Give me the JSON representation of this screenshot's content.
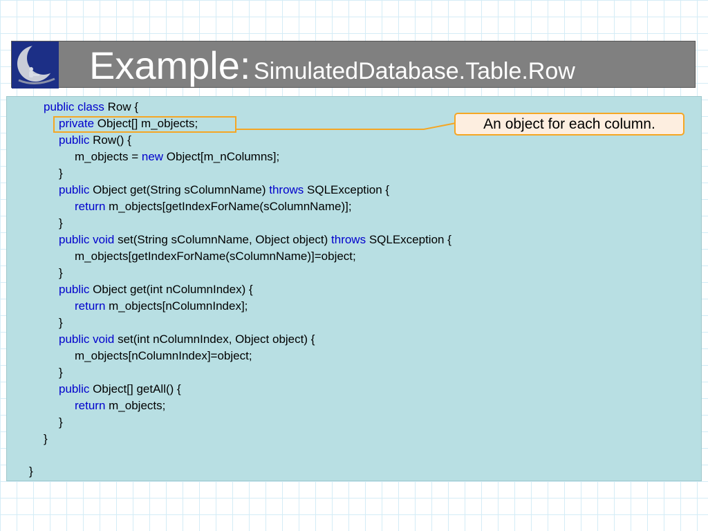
{
  "slide": {
    "title_main": "Example:",
    "title_sub": "SimulatedDatabase.Table.Row",
    "callout": "An object for each column."
  },
  "code_lines": [
    [
      {
        "t": "public class ",
        "kw": true
      },
      {
        "t": "Row {"
      }
    ],
    [
      {
        "t": "private ",
        "kw": true
      },
      {
        "t": "Object[] m_objects;"
      }
    ],
    [
      {
        "t": "public ",
        "kw": true
      },
      {
        "t": "Row() {"
      }
    ],
    [
      {
        "t": "m_objects = "
      },
      {
        "t": "new ",
        "kw": true
      },
      {
        "t": "Object[m_nColumns];"
      }
    ],
    [
      {
        "t": "}"
      }
    ],
    [
      {
        "t": "public ",
        "kw": true
      },
      {
        "t": "Object get(String sColumnName) "
      },
      {
        "t": "throws ",
        "kw": true
      },
      {
        "t": "SQLException {"
      }
    ],
    [
      {
        "t": "return ",
        "kw": true
      },
      {
        "t": "m_objects[getIndexForName(sColumnName)];"
      }
    ],
    [
      {
        "t": "}"
      }
    ],
    [
      {
        "t": "public void ",
        "kw": true
      },
      {
        "t": "set(String sColumnName, Object object) "
      },
      {
        "t": "throws ",
        "kw": true
      },
      {
        "t": "SQLException {"
      }
    ],
    [
      {
        "t": "m_objects[getIndexForName(sColumnName)]=object;"
      }
    ],
    [
      {
        "t": "}"
      }
    ],
    [
      {
        "t": "public ",
        "kw": true
      },
      {
        "t": "Object get(int nColumnIndex) {"
      }
    ],
    [
      {
        "t": "return ",
        "kw": true
      },
      {
        "t": "m_objects[nColumnIndex];"
      }
    ],
    [
      {
        "t": "}"
      }
    ],
    [
      {
        "t": "public void ",
        "kw": true
      },
      {
        "t": "set(int nColumnIndex, Object object) {"
      }
    ],
    [
      {
        "t": "m_objects[nColumnIndex]=object;"
      }
    ],
    [
      {
        "t": "}"
      }
    ],
    [
      {
        "t": "public ",
        "kw": true
      },
      {
        "t": "Object[] getAll() {"
      }
    ],
    [
      {
        "t": "return ",
        "kw": true
      },
      {
        "t": "m_objects;"
      }
    ],
    [
      {
        "t": "}"
      }
    ],
    [
      {
        "t": "}"
      }
    ],
    [
      {
        "t": "}"
      }
    ]
  ],
  "colors": {
    "title_bar": "#808080",
    "code_panel": "#b8dfe3",
    "keyword": "#0000cc",
    "highlight": "#f5a623",
    "callout_bg": "#fdeee0"
  },
  "icons": {
    "logo": "moon-logo-icon"
  }
}
